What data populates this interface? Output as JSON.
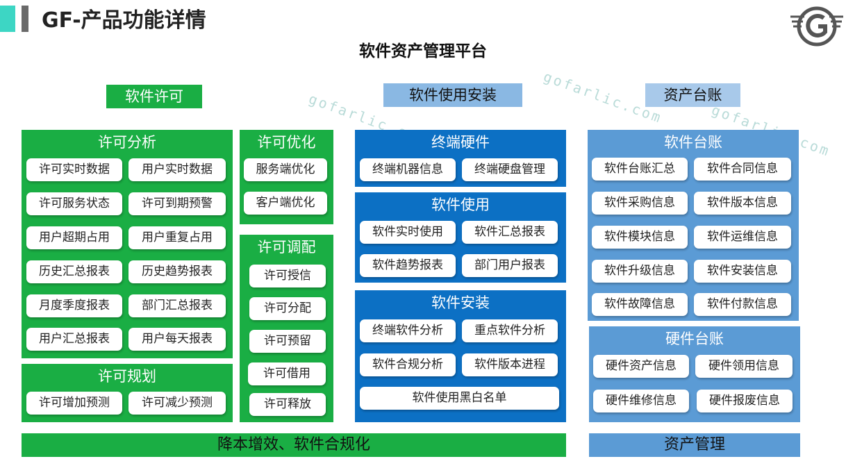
{
  "page_title": "GF-产品功能详情",
  "diagram_title": "软件资产管理平台",
  "watermark": "gofarlic.com",
  "colors": {
    "green": "#1aae44",
    "blue": "#0c70c4",
    "light_blue": "#5b9bd5",
    "pale_blue": "#a8c9ea",
    "accent_teal": "#3dd6c4"
  },
  "columns": {
    "license": "软件许可",
    "usage": "软件使用安装",
    "ledger": "资产台账"
  },
  "panels": {
    "license_analysis": {
      "title": "许可分析",
      "items": [
        "许可实时数据",
        "用户实时数据",
        "许可服务状态",
        "许可到期预警",
        "用户超期占用",
        "用户重复占用",
        "历史汇总报表",
        "历史趋势报表",
        "月度季度报表",
        "部门汇总报表",
        "用户汇总报表",
        "用户每天报表"
      ]
    },
    "license_planning": {
      "title": "许可规划",
      "items": [
        "许可增加预测",
        "许可减少预测"
      ]
    },
    "license_optimization": {
      "title": "许可优化",
      "items": [
        "服务端优化",
        "客户端优化"
      ]
    },
    "license_scheduling": {
      "title": "许可调配",
      "items": [
        "许可授信",
        "许可分配",
        "许可预留",
        "许可借用",
        "许可释放"
      ]
    },
    "terminal_hardware": {
      "title": "终端硬件",
      "items": [
        "终端机器信息",
        "终端硬盘管理"
      ]
    },
    "software_usage": {
      "title": "软件使用",
      "items": [
        "软件实时使用",
        "软件汇总报表",
        "软件趋势报表",
        "部门用户报表"
      ]
    },
    "software_install": {
      "title": "软件安装",
      "items": [
        "终端软件分析",
        "重点软件分析",
        "软件合规分析",
        "软件版本进程",
        "软件使用黑白名单"
      ]
    },
    "software_ledger": {
      "title": "软件台账",
      "items": [
        "软件台账汇总",
        "软件合同信息",
        "软件采购信息",
        "软件版本信息",
        "软件模块信息",
        "软件运维信息",
        "软件升级信息",
        "软件安装信息",
        "软件故障信息",
        "软件付款信息"
      ]
    },
    "hardware_ledger": {
      "title": "硬件台账",
      "items": [
        "硬件资产信息",
        "硬件领用信息",
        "硬件维修信息",
        "硬件报废信息"
      ]
    }
  },
  "bottom": {
    "left": "降本增效、软件合规化",
    "right": "资产管理"
  }
}
